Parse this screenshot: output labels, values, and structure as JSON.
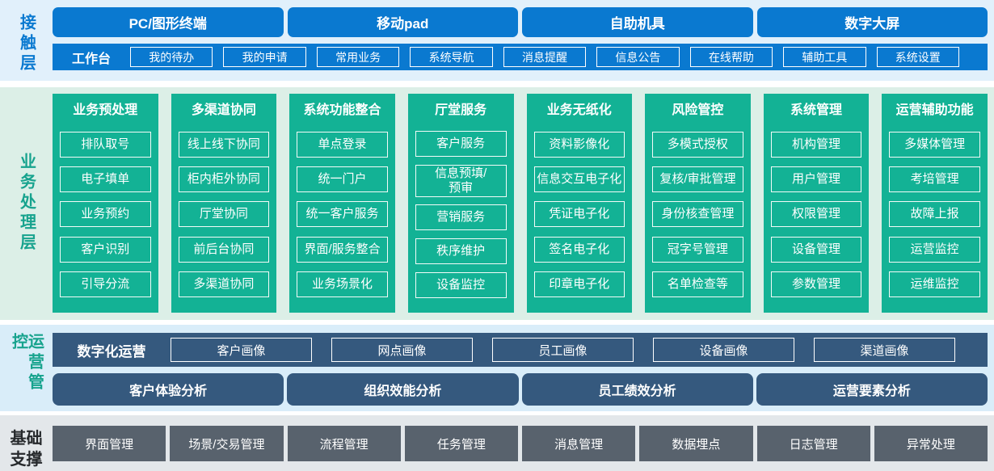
{
  "colors": {
    "blue": "#0a79d0",
    "teal": "#13b295",
    "teal_label": "#17a38e",
    "slate_blue": "#35597e",
    "slate_gray": "#58626d",
    "contact_bg": "#e1f0fb",
    "business_bg": "#dcefe7",
    "operations_bg": "#d9edf9",
    "foundation_bg": "#e3e7ea"
  },
  "layers": {
    "contact": {
      "label": "接触层",
      "terminals": [
        "PC/图形终端",
        "移动pad",
        "自助机具",
        "数字大屏"
      ],
      "workbench": {
        "label": "工作台",
        "items": [
          "我的待办",
          "我的申请",
          "常用业务",
          "系统导航",
          "消息提醒",
          "信息公告",
          "在线帮助",
          "辅助工具",
          "系统设置"
        ]
      }
    },
    "business": {
      "label": "业务处理层",
      "columns": [
        {
          "title": "业务预处理",
          "items": [
            "排队取号",
            "电子填单",
            "业务预约",
            "客户识别",
            "引导分流"
          ]
        },
        {
          "title": "多渠道协同",
          "items": [
            "线上线下协同",
            "柜内柜外协同",
            "厅堂协同",
            "前后台协同",
            "多渠道协同"
          ]
        },
        {
          "title": "系统功能整合",
          "items": [
            "单点登录",
            "统一门户",
            "统一客户服务",
            "界面/服务整合",
            "业务场景化"
          ]
        },
        {
          "title": "厅堂服务",
          "items": [
            "客户服务",
            "信息预填/\n预审",
            "营销服务",
            "秩序维护",
            "设备监控"
          ]
        },
        {
          "title": "业务无纸化",
          "items": [
            "资料影像化",
            "信息交互电子化",
            "凭证电子化",
            "签名电子化",
            "印章电子化"
          ]
        },
        {
          "title": "风险管控",
          "items": [
            "多模式授权",
            "复核/审批管理",
            "身份核查管理",
            "冠字号管理",
            "名单检查等"
          ]
        },
        {
          "title": "系统管理",
          "items": [
            "机构管理",
            "用户管理",
            "权限管理",
            "设备管理",
            "参数管理"
          ]
        },
        {
          "title": "运营辅助功能",
          "items": [
            "多媒体管理",
            "考培管理",
            "故障上报",
            "运营监控",
            "运维监控"
          ]
        }
      ]
    },
    "operations": {
      "label": "运营管控",
      "digital": {
        "label": "数字化运营",
        "items": [
          "客户画像",
          "网点画像",
          "员工画像",
          "设备画像",
          "渠道画像"
        ]
      },
      "analysis": [
        "客户体验分析",
        "组织效能分析",
        "员工绩效分析",
        "运营要素分析"
      ]
    },
    "foundation": {
      "label": "基础支撑",
      "items": [
        "界面管理",
        "场景/交易管理",
        "流程管理",
        "任务管理",
        "消息管理",
        "数据埋点",
        "日志管理",
        "异常处理"
      ]
    }
  }
}
